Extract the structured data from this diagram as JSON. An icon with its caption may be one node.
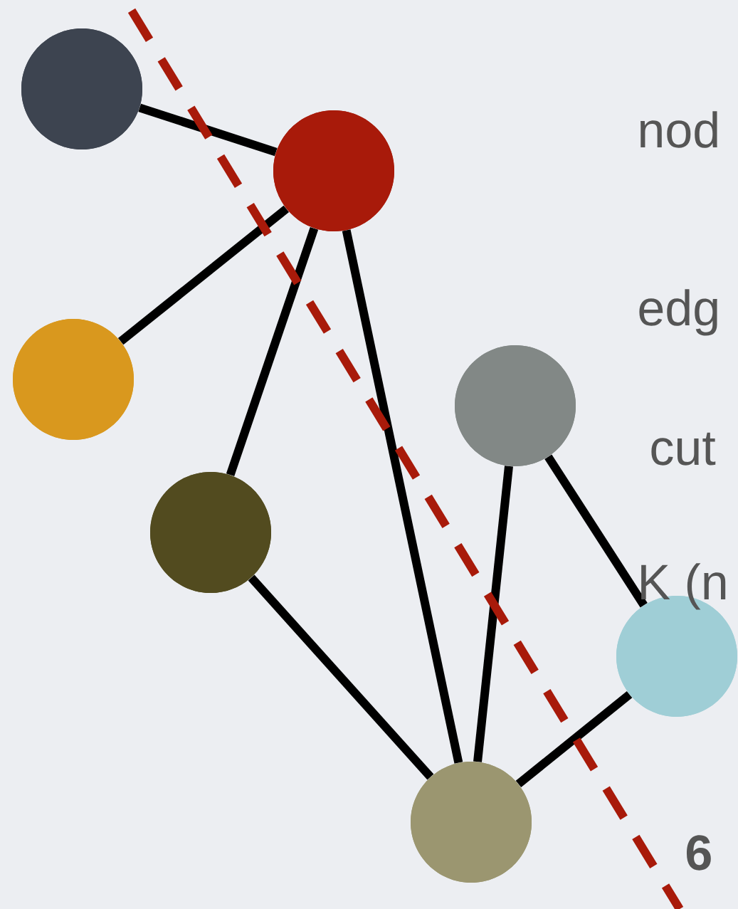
{
  "diagram": {
    "nodes": [
      {
        "text": [],
        "shape": "circle"
      },
      {
        "text": [],
        "shape": "circle"
      },
      {
        "text": [],
        "shape": "circle"
      },
      {
        "text": [],
        "shape": "circle"
      },
      {
        "text": [],
        "shape": "circle"
      },
      {
        "text": [],
        "shape": "circle"
      },
      {
        "text": [],
        "shape": "circle"
      }
    ],
    "edges": [
      {
        "from": 0,
        "to": 1,
        "arrow": "none"
      },
      {
        "from": 1,
        "to": 2,
        "arrow": "none"
      },
      {
        "from": 1,
        "to": 3,
        "arrow": "none"
      },
      {
        "from": 1,
        "to": 6,
        "arrow": "none"
      },
      {
        "from": 3,
        "to": 6,
        "arrow": "none"
      },
      {
        "from": 4,
        "to": 6,
        "arrow": "none"
      },
      {
        "from": 4,
        "to": 5,
        "arrow": "none"
      },
      {
        "from": 5,
        "to": 6,
        "arrow": "none"
      }
    ],
    "labels": [
      "nod",
      "edg",
      "cut",
      "K (n",
      "6"
    ]
  }
}
